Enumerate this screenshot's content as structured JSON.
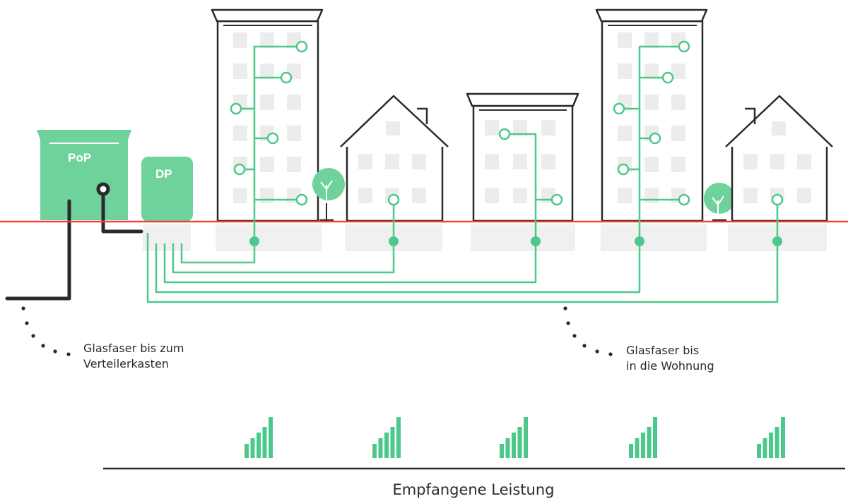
{
  "labels": {
    "pop": "PoP",
    "dp": "DP",
    "fiber_to_cabinet": [
      "Glasfaser bis zum",
      "Verteilerkasten"
    ],
    "fiber_to_home": [
      "Glasfaser bis",
      "in die Wohnung"
    ],
    "received_power": "Empfangene Leistung"
  },
  "colors": {
    "green": "#4cc98a",
    "green_box": "#6fd29a",
    "outline": "#2a2a2a",
    "window": "#ececec",
    "ground_line": "#f0443a",
    "underground": "#f0f0f0"
  },
  "icons": [
    "signal-bars-icon",
    "tree-icon",
    "chimney-icon"
  ],
  "signal_meters": [
    {
      "building": "apartment-block-1",
      "bars": 5
    },
    {
      "building": "house-1",
      "bars": 5
    },
    {
      "building": "apartment-block-2",
      "bars": 5
    },
    {
      "building": "apartment-block-3",
      "bars": 5
    },
    {
      "building": "house-2",
      "bars": 5
    }
  ]
}
